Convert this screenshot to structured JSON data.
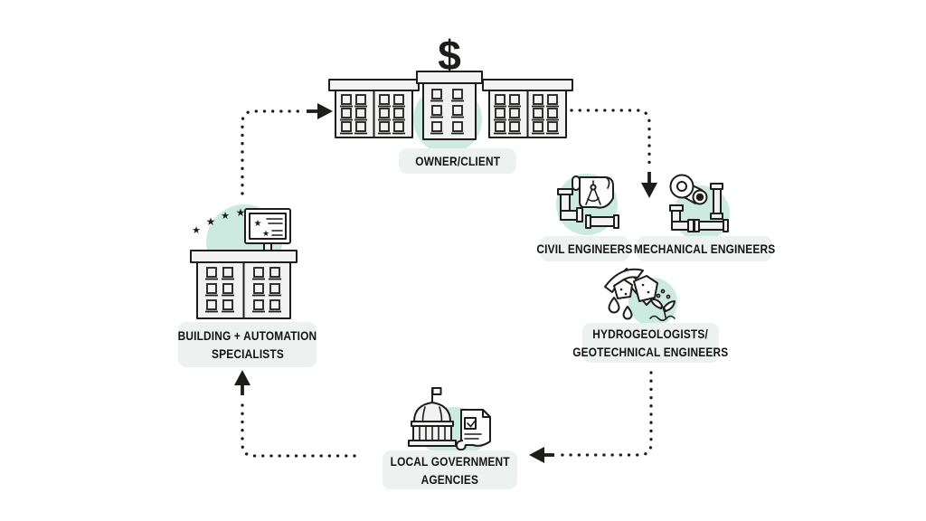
{
  "diagram": {
    "type": "cycle-flow",
    "nodes": {
      "owner_client": {
        "lines": [
          "OWNER/CLIENT"
        ],
        "icon": "office-buildings-dollar-icon"
      },
      "civil_engineers": {
        "lines": [
          "CIVIL ENGINEERS"
        ],
        "icon": "blueprint-compass-pipes-icon"
      },
      "mechanical_engineers": {
        "lines": [
          "MECHANICAL ENGINEERS"
        ],
        "icon": "robotic-arm-pipes-icon"
      },
      "hydro_geotech": {
        "lines": [
          "HYDROGEOLOGISTS/",
          "GEOTECHNICAL ENGINEERS"
        ],
        "icon": "pickaxe-rocks-water-plant-icon"
      },
      "local_government": {
        "lines": [
          "LOCAL GOVERNMENT",
          "AGENCIES"
        ],
        "icon": "capitol-building-scroll-icon"
      },
      "building_automation": {
        "lines": [
          "BUILDING + AUTOMATION",
          "SPECIALISTS"
        ],
        "icon": "building-monitor-stars-icon"
      }
    },
    "edges": [
      {
        "from": "building_automation",
        "to": "owner_client",
        "style": "dotted-arrow"
      },
      {
        "from": "owner_client",
        "to": "civil_mechanical_engineers",
        "style": "dotted-arrow"
      },
      {
        "from": "hydro_geotech",
        "to": "local_government",
        "style": "dotted-arrow"
      },
      {
        "from": "local_government",
        "to": "building_automation",
        "style": "dotted-arrow"
      }
    ]
  },
  "symbols": {
    "dollar": "$",
    "star": "★"
  },
  "colors": {
    "background": "#ffffff",
    "ink": "#1d1d1b",
    "mint": "#cdeae0",
    "paper": "#f2f2f2",
    "pill_bg": "#edf1f0",
    "text": "#141414"
  }
}
